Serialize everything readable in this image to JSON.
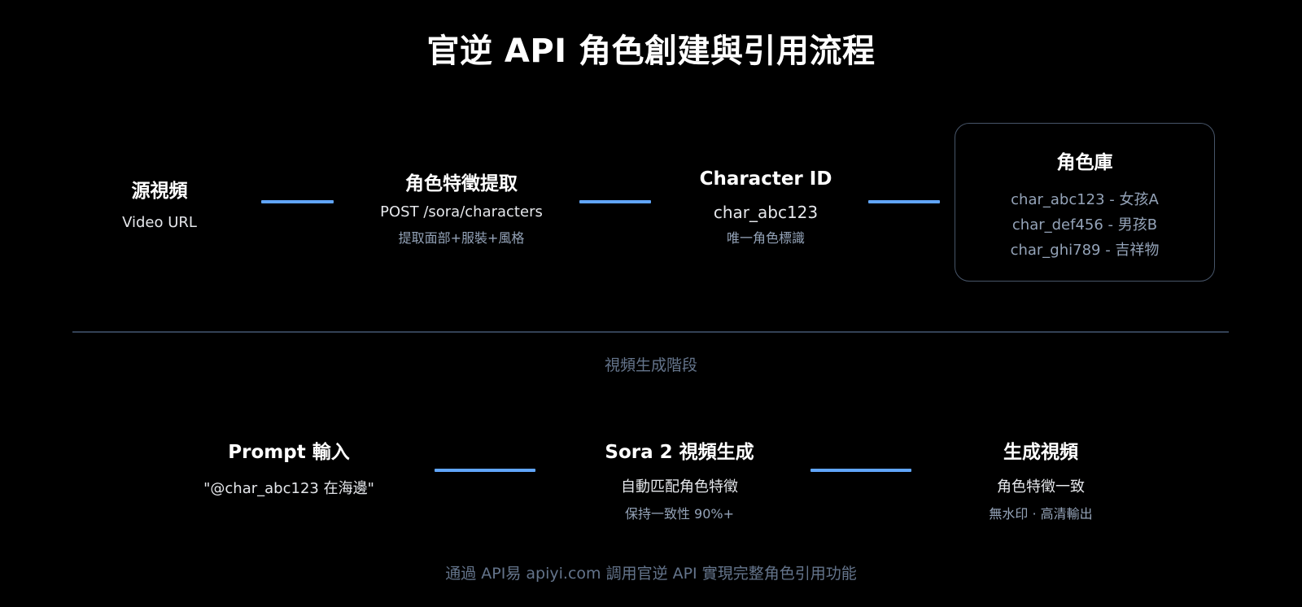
{
  "title": "官逆 API 角色創建與引用流程",
  "colors": {
    "background": "#000000",
    "connector": "#60a5fa",
    "divider": "#334155",
    "muted_text": "#94a3b8",
    "box_border": "#475569"
  },
  "creation_stage": {
    "nodes": [
      {
        "title": "源視頻",
        "subtitle": "Video URL",
        "note": ""
      },
      {
        "title": "角色特徵提取",
        "subtitle": "POST /sora/characters",
        "note": "提取面部+服裝+風格"
      },
      {
        "title": "Character ID",
        "subtitle": "char_abc123",
        "note": "唯一角色標識"
      }
    ],
    "library": {
      "title": "角色庫",
      "items": [
        "char_abc123 - 女孩A",
        "char_def456 - 男孩B",
        "char_ghi789 - 吉祥物"
      ]
    }
  },
  "phase_label": "視頻生成階段",
  "generation_stage": {
    "nodes": [
      {
        "title": "Prompt 輸入",
        "subtitle": "\"@char_abc123 在海邊\"",
        "note": ""
      },
      {
        "title": "Sora 2 視頻生成",
        "subtitle": "自動匹配角色特徵",
        "note": "保持一致性 90%+"
      },
      {
        "title": "生成視頻",
        "subtitle": "角色特徵一致",
        "note": "無水印 · 高清輸出"
      }
    ]
  },
  "footer": "通過 API易 apiyi.com 調用官逆 API 實現完整角色引用功能"
}
